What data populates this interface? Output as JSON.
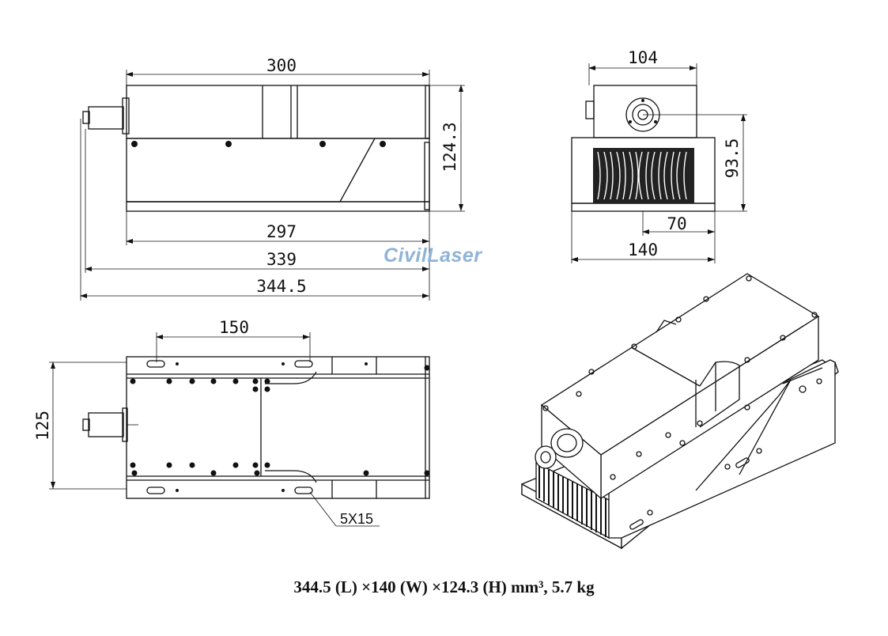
{
  "brand": {
    "logo_text": "CivilLaser"
  },
  "caption": {
    "text": "344.5 (L) ×140 (W) ×124.3 (H) mm³, 5.7 kg"
  },
  "side_view": {
    "dim_top_length": "300",
    "dim_height": "124.3",
    "dim_base_length": "297",
    "dim_length_339": "339",
    "dim_total_length": "344.5"
  },
  "front_view": {
    "dim_top_width": "104",
    "dim_height": "93.5",
    "dim_center_offset": "70",
    "dim_base_width": "140"
  },
  "top_view": {
    "dim_hole_spacing": "150",
    "dim_width": "125",
    "slot_callout": "5X15"
  },
  "colors": {
    "line": "#111111",
    "logo": "#8fb4d8"
  }
}
